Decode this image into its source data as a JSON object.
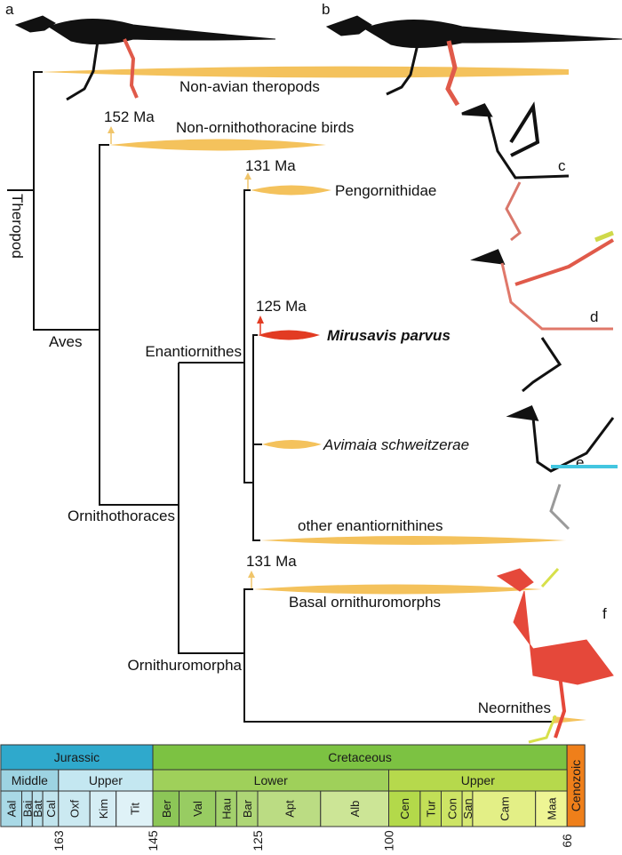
{
  "panel_letters": [
    "a",
    "b",
    "c",
    "d",
    "e",
    "f"
  ],
  "clades": {
    "theropod": "Theropod",
    "aves": "Aves",
    "ornithothoraces": "Ornithothoraces",
    "enantiornithes": "Enantiornithes",
    "ornithuromorpha": "Ornithuromorpha"
  },
  "taxa": {
    "non_avian": "Non-avian theropods",
    "non_ornitho": "Non-ornithothoracine birds",
    "pengornithidae": "Pengornithidae",
    "mirusavis": "Mirusavis parvus",
    "avimaia": "Avimaia schweitzerae",
    "other_enantio": "other enantiornithines",
    "basal_ornithuro": "Basal ornithuromorphs",
    "neornithes": "Neornithes"
  },
  "ages": {
    "non_ornitho": "152 Ma",
    "pengornithidae": "131 Ma",
    "mirusavis": "125 Ma",
    "basal_ornithuro": "131 Ma"
  },
  "colors": {
    "range_bar": "#f4c25c",
    "highlight": "#e23b22",
    "jurassic": "#2fa9cc",
    "cretaceous": "#7cc242",
    "cenozoic": "#ef7f1a"
  },
  "timescale": {
    "eras": [
      {
        "name": "Jurassic",
        "start": 174,
        "end": 145,
        "color": "#2fa9cc"
      },
      {
        "name": "Cretaceous",
        "start": 145,
        "end": 66,
        "color": "#7cc242"
      },
      {
        "name": "Cenozoic",
        "start": 66,
        "end": 62.6,
        "color": "#ef7f1a",
        "vertical": true
      }
    ],
    "epochs": [
      {
        "name": "Middle",
        "start": 174,
        "end": 163,
        "color": "#9dd3e2"
      },
      {
        "name": "Upper",
        "start": 163,
        "end": 145,
        "color": "#c4e7f1"
      },
      {
        "name": "Lower",
        "start": 145,
        "end": 100,
        "color": "#9fd05a"
      },
      {
        "name": "Upper",
        "start": 100,
        "end": 66,
        "color": "#b6d94c"
      }
    ],
    "stages": [
      {
        "name": "Aal",
        "start": 174,
        "end": 170,
        "color": "#a9d9e6"
      },
      {
        "name": "Baj",
        "start": 170,
        "end": 168,
        "color": "#b3dde9"
      },
      {
        "name": "Bat",
        "start": 168,
        "end": 166,
        "color": "#b9e0ea"
      },
      {
        "name": "Cal",
        "start": 166,
        "end": 163,
        "color": "#c1e4ed"
      },
      {
        "name": "Oxf",
        "start": 163,
        "end": 157,
        "color": "#cbe9f1"
      },
      {
        "name": "Kim",
        "start": 157,
        "end": 152,
        "color": "#d5edf4"
      },
      {
        "name": "Tit",
        "start": 152,
        "end": 145,
        "color": "#dff2f7"
      },
      {
        "name": "Ber",
        "start": 145,
        "end": 140,
        "color": "#8cc657"
      },
      {
        "name": "Val",
        "start": 140,
        "end": 133,
        "color": "#98cc62"
      },
      {
        "name": "Hau",
        "start": 133,
        "end": 129,
        "color": "#a3d16c"
      },
      {
        "name": "Bar",
        "start": 129,
        "end": 125,
        "color": "#aed676"
      },
      {
        "name": "Apt",
        "start": 125,
        "end": 113,
        "color": "#bbdc83"
      },
      {
        "name": "Alb",
        "start": 113,
        "end": 100,
        "color": "#cce596"
      },
      {
        "name": "Cen",
        "start": 100,
        "end": 94,
        "color": "#b3d94a"
      },
      {
        "name": "Tur",
        "start": 94,
        "end": 90,
        "color": "#c2df57"
      },
      {
        "name": "Con",
        "start": 90,
        "end": 86,
        "color": "#cde465"
      },
      {
        "name": "San",
        "start": 86,
        "end": 84,
        "color": "#d6e872"
      },
      {
        "name": "Cam",
        "start": 84,
        "end": 72,
        "color": "#e3ef86"
      },
      {
        "name": "Maa",
        "start": 72,
        "end": 66,
        "color": "#eef594"
      }
    ],
    "ticks": [
      163,
      145,
      125,
      100,
      66
    ]
  }
}
